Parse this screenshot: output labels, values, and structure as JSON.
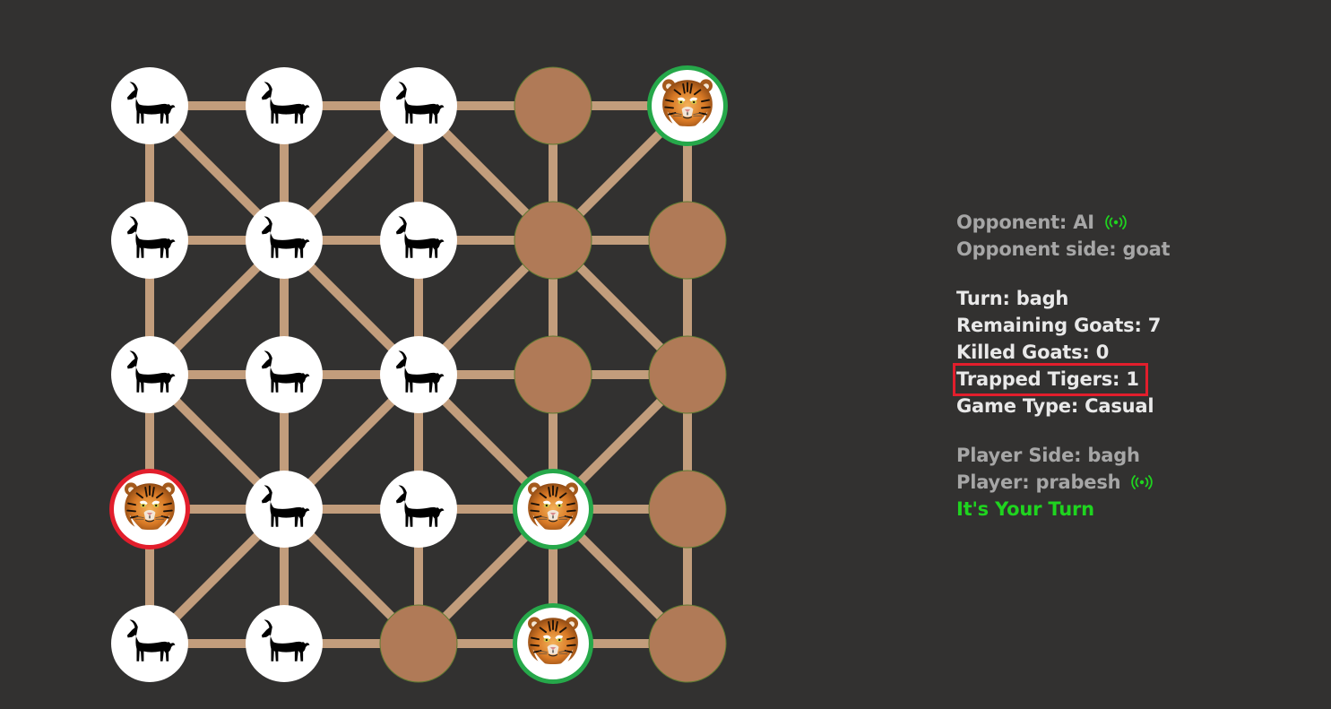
{
  "colors": {
    "background": "#323130",
    "board_line": "#c29d7c",
    "empty_point": "#b07a57",
    "empty_outline": "#5e7a32",
    "goat_piece": "#ffffff",
    "movable_tiger_ring": "#26a84a",
    "trapped_tiger_ring": "#e21e2c",
    "highlight_box": "#e21e2c",
    "your_turn": "#1fd41f",
    "online_indicator": "#1fd41f"
  },
  "board": {
    "grid": [
      [
        "goat",
        "goat",
        "goat",
        "empty",
        "tiger-movable"
      ],
      [
        "goat",
        "goat",
        "goat",
        "empty",
        "empty"
      ],
      [
        "goat",
        "goat",
        "goat",
        "empty",
        "empty"
      ],
      [
        "tiger-trapped",
        "goat",
        "goat",
        "tiger-movable",
        "empty"
      ],
      [
        "goat",
        "goat",
        "empty",
        "tiger-movable",
        "empty"
      ]
    ],
    "piece_icons": {
      "goat": "goat-icon",
      "tiger": "tiger-icon"
    }
  },
  "info": {
    "opponent": "Opponent: AI",
    "opponent_status_icon": "online-signal-icon",
    "opponent_side": "Opponent side: goat",
    "turn": "Turn: bagh",
    "remaining_goats": "Remaining Goats: 7",
    "killed_goats": "Killed Goats: 0",
    "trapped_tigers": "Trapped Tigers: 1",
    "game_type": "Game Type: Casual",
    "player_side": "Player Side: bagh",
    "player": "Player: prabesh",
    "player_status_icon": "online-signal-icon",
    "turn_message": "It's Your Turn"
  }
}
